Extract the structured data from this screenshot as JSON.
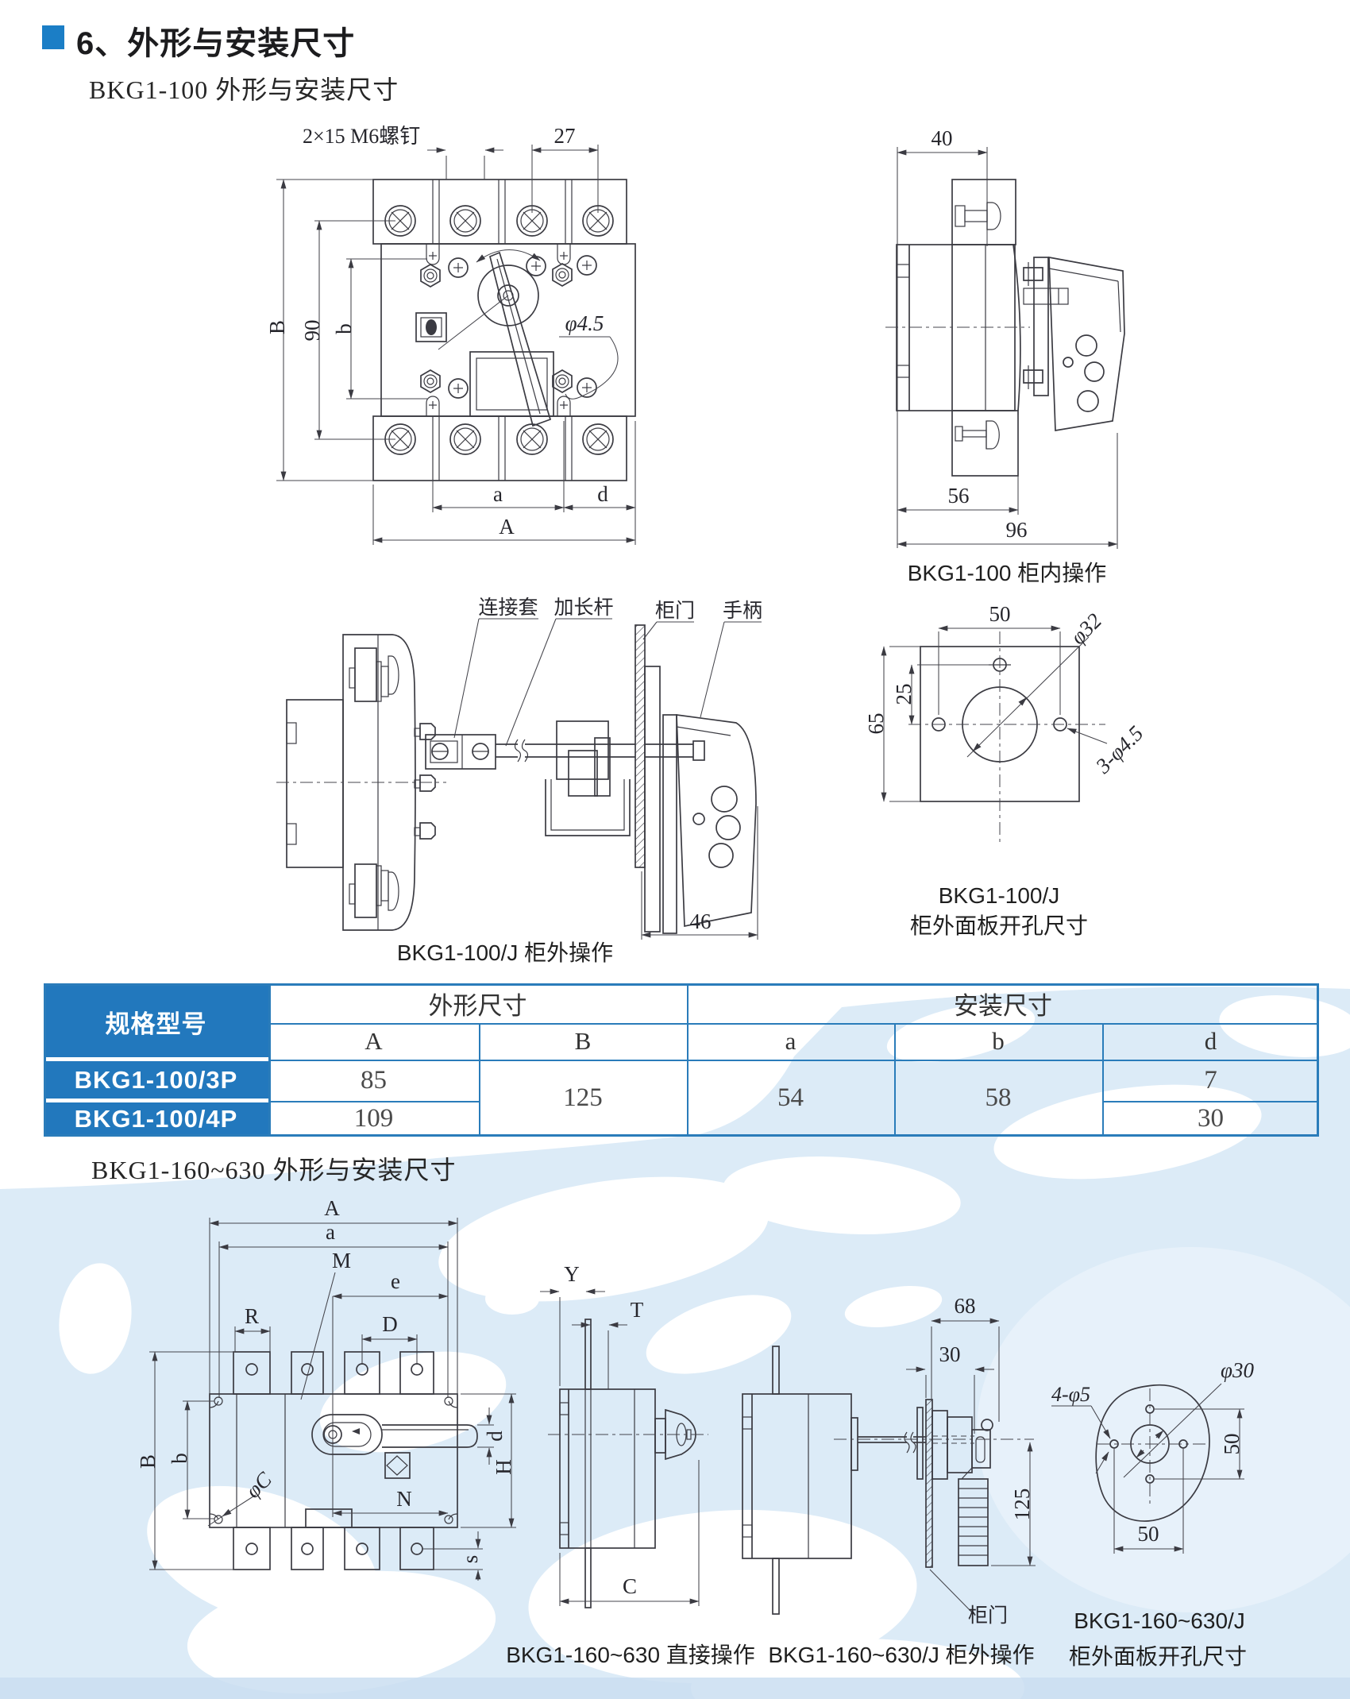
{
  "page": {
    "heading": "6、外形与安装尺寸",
    "subtitle_100": "BKG1-100 外形与安装尺寸",
    "subtitle_630": "BKG1-160~630 外形与安装尺寸"
  },
  "colors": {
    "accent_blue": "#1b7ec6",
    "table_blue": "#2278bd",
    "table_border": "#2a7cba",
    "background_blue": "#dcebf7",
    "drawing_line": "#3b3b42"
  },
  "drawings": {
    "front100": {
      "screw_label": "2×15 M6螺钉",
      "dim_27": "27",
      "dim_B": "B",
      "dim_90": "90",
      "dim_b": "b",
      "dia_45": "φ4.5",
      "dim_a": "a",
      "dim_d": "d",
      "dim_A": "A"
    },
    "side100": {
      "dim_40": "40",
      "dim_56": "56",
      "dim_96": "96",
      "caption": "BKG1-100 柜内操作"
    },
    "ext100": {
      "label_sleeve": "连接套",
      "label_rod": "加长杆",
      "label_door": "柜门",
      "label_handle": "手柄",
      "dim_46": "46",
      "caption": "BKG1-100/J 柜外操作"
    },
    "panel100": {
      "dim_50": "50",
      "dim_25": "25",
      "dim_65": "65",
      "dia_32": "φ32",
      "holes": "3-φ4.5",
      "caption_line1": "BKG1-100/J",
      "caption_line2": "柜外面板开孔尺寸"
    },
    "front630": {
      "dim_A": "A",
      "dim_a": "a",
      "label_M": "M",
      "dim_e": "e",
      "dim_R": "R",
      "dim_D": "D",
      "dim_B": "B",
      "dim_b": "b",
      "dia_C": "φC",
      "dim_d": "d",
      "dim_H": "H",
      "dim_N": "N",
      "dim_s": "s",
      "caption": "BKG1-160~630 直接操作"
    },
    "direct630": {
      "dim_Y": "Y",
      "dim_T": "T",
      "dim_C": "C"
    },
    "ext630": {
      "dim_68": "68",
      "dim_30": "30",
      "dim_125": "125",
      "label_door": "柜门",
      "caption": "BKG1-160~630/J 柜外操作"
    },
    "panel630": {
      "holes": "4-φ5",
      "dia_30": "φ30",
      "dim_50_vertical": "50",
      "dim_50_horizontal": "50",
      "caption_line1": "BKG1-160~630/J",
      "caption_line2": "柜外面板开孔尺寸"
    }
  },
  "table": {
    "model_header": "规格型号",
    "group_outline": "外形尺寸",
    "group_install": "安装尺寸",
    "col_A": "A",
    "col_B": "B",
    "col_a": "a",
    "col_b": "b",
    "col_d": "d",
    "rows": [
      {
        "model": "BKG1-100/3P",
        "A": "85",
        "d": "7"
      },
      {
        "model": "BKG1-100/4P",
        "A": "109",
        "d": "30"
      }
    ],
    "merged": {
      "B": "125",
      "a": "54",
      "b": "58"
    }
  }
}
